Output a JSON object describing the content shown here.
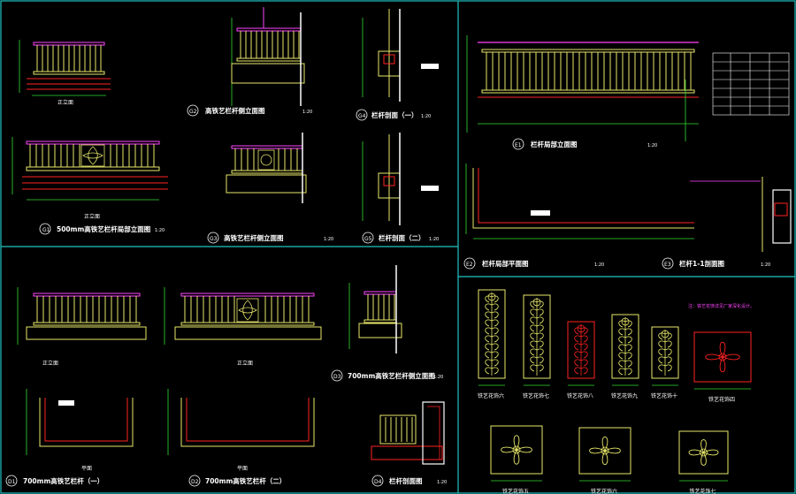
{
  "drawing": {
    "frame_color": "#22c4c4",
    "line_color": "#e8e86a",
    "dim_color": "#33dd33",
    "accent_red": "#ff2222",
    "accent_magenta": "#ff44ff",
    "text_color": "#ffffff"
  },
  "panel_a": {
    "g1_title": "500mm高铁艺栏杆局部立面图",
    "g1_scale": "1:20",
    "g1_sub": "正立面",
    "g2_title": "高铁艺栏杆侧立面图",
    "g2_scale": "1:20",
    "g3_title": "高铁艺栏杆侧立面图",
    "g3_scale": "1:20",
    "g4_title": "栏杆剖面（一）",
    "g4_scale": "1:20",
    "g5_title": "栏杆剖面（二）",
    "g5_scale": "1:20",
    "front_label": "正立面"
  },
  "panel_e": {
    "e1_title": "栏杆局部立面图",
    "e1_scale": "1:20",
    "e2_title": "栏杆局部平面图",
    "e2_scale": "1:20",
    "e3_title": "栏杆1-1剖面图",
    "e3_scale": "1:20"
  },
  "panel_d": {
    "d1_title": "700mm高铁艺栏杆（一）",
    "d2_title": "700mm高铁艺栏杆（二）",
    "d3_title": "700mm高铁艺栏杆侧立面图",
    "d3_scale": "1:20",
    "d4_title": "栏杆剖面图",
    "d4_scale": "1:20",
    "front_label_1": "正立面",
    "front_label_2": "正立面",
    "plan_label_1": "平面",
    "plan_label_2": "平面"
  },
  "panel_f": {
    "note": "注：铁艺花饰详见厂家深化设计。",
    "labels_row1": [
      "铁艺花饰六",
      "铁艺花饰七",
      "铁艺花饰八",
      "铁艺花饰九",
      "铁艺花饰十",
      "铁艺花饰四"
    ],
    "labels_row2": [
      "铁艺花饰五",
      "铁艺花饰六",
      "铁艺花饰七"
    ]
  }
}
